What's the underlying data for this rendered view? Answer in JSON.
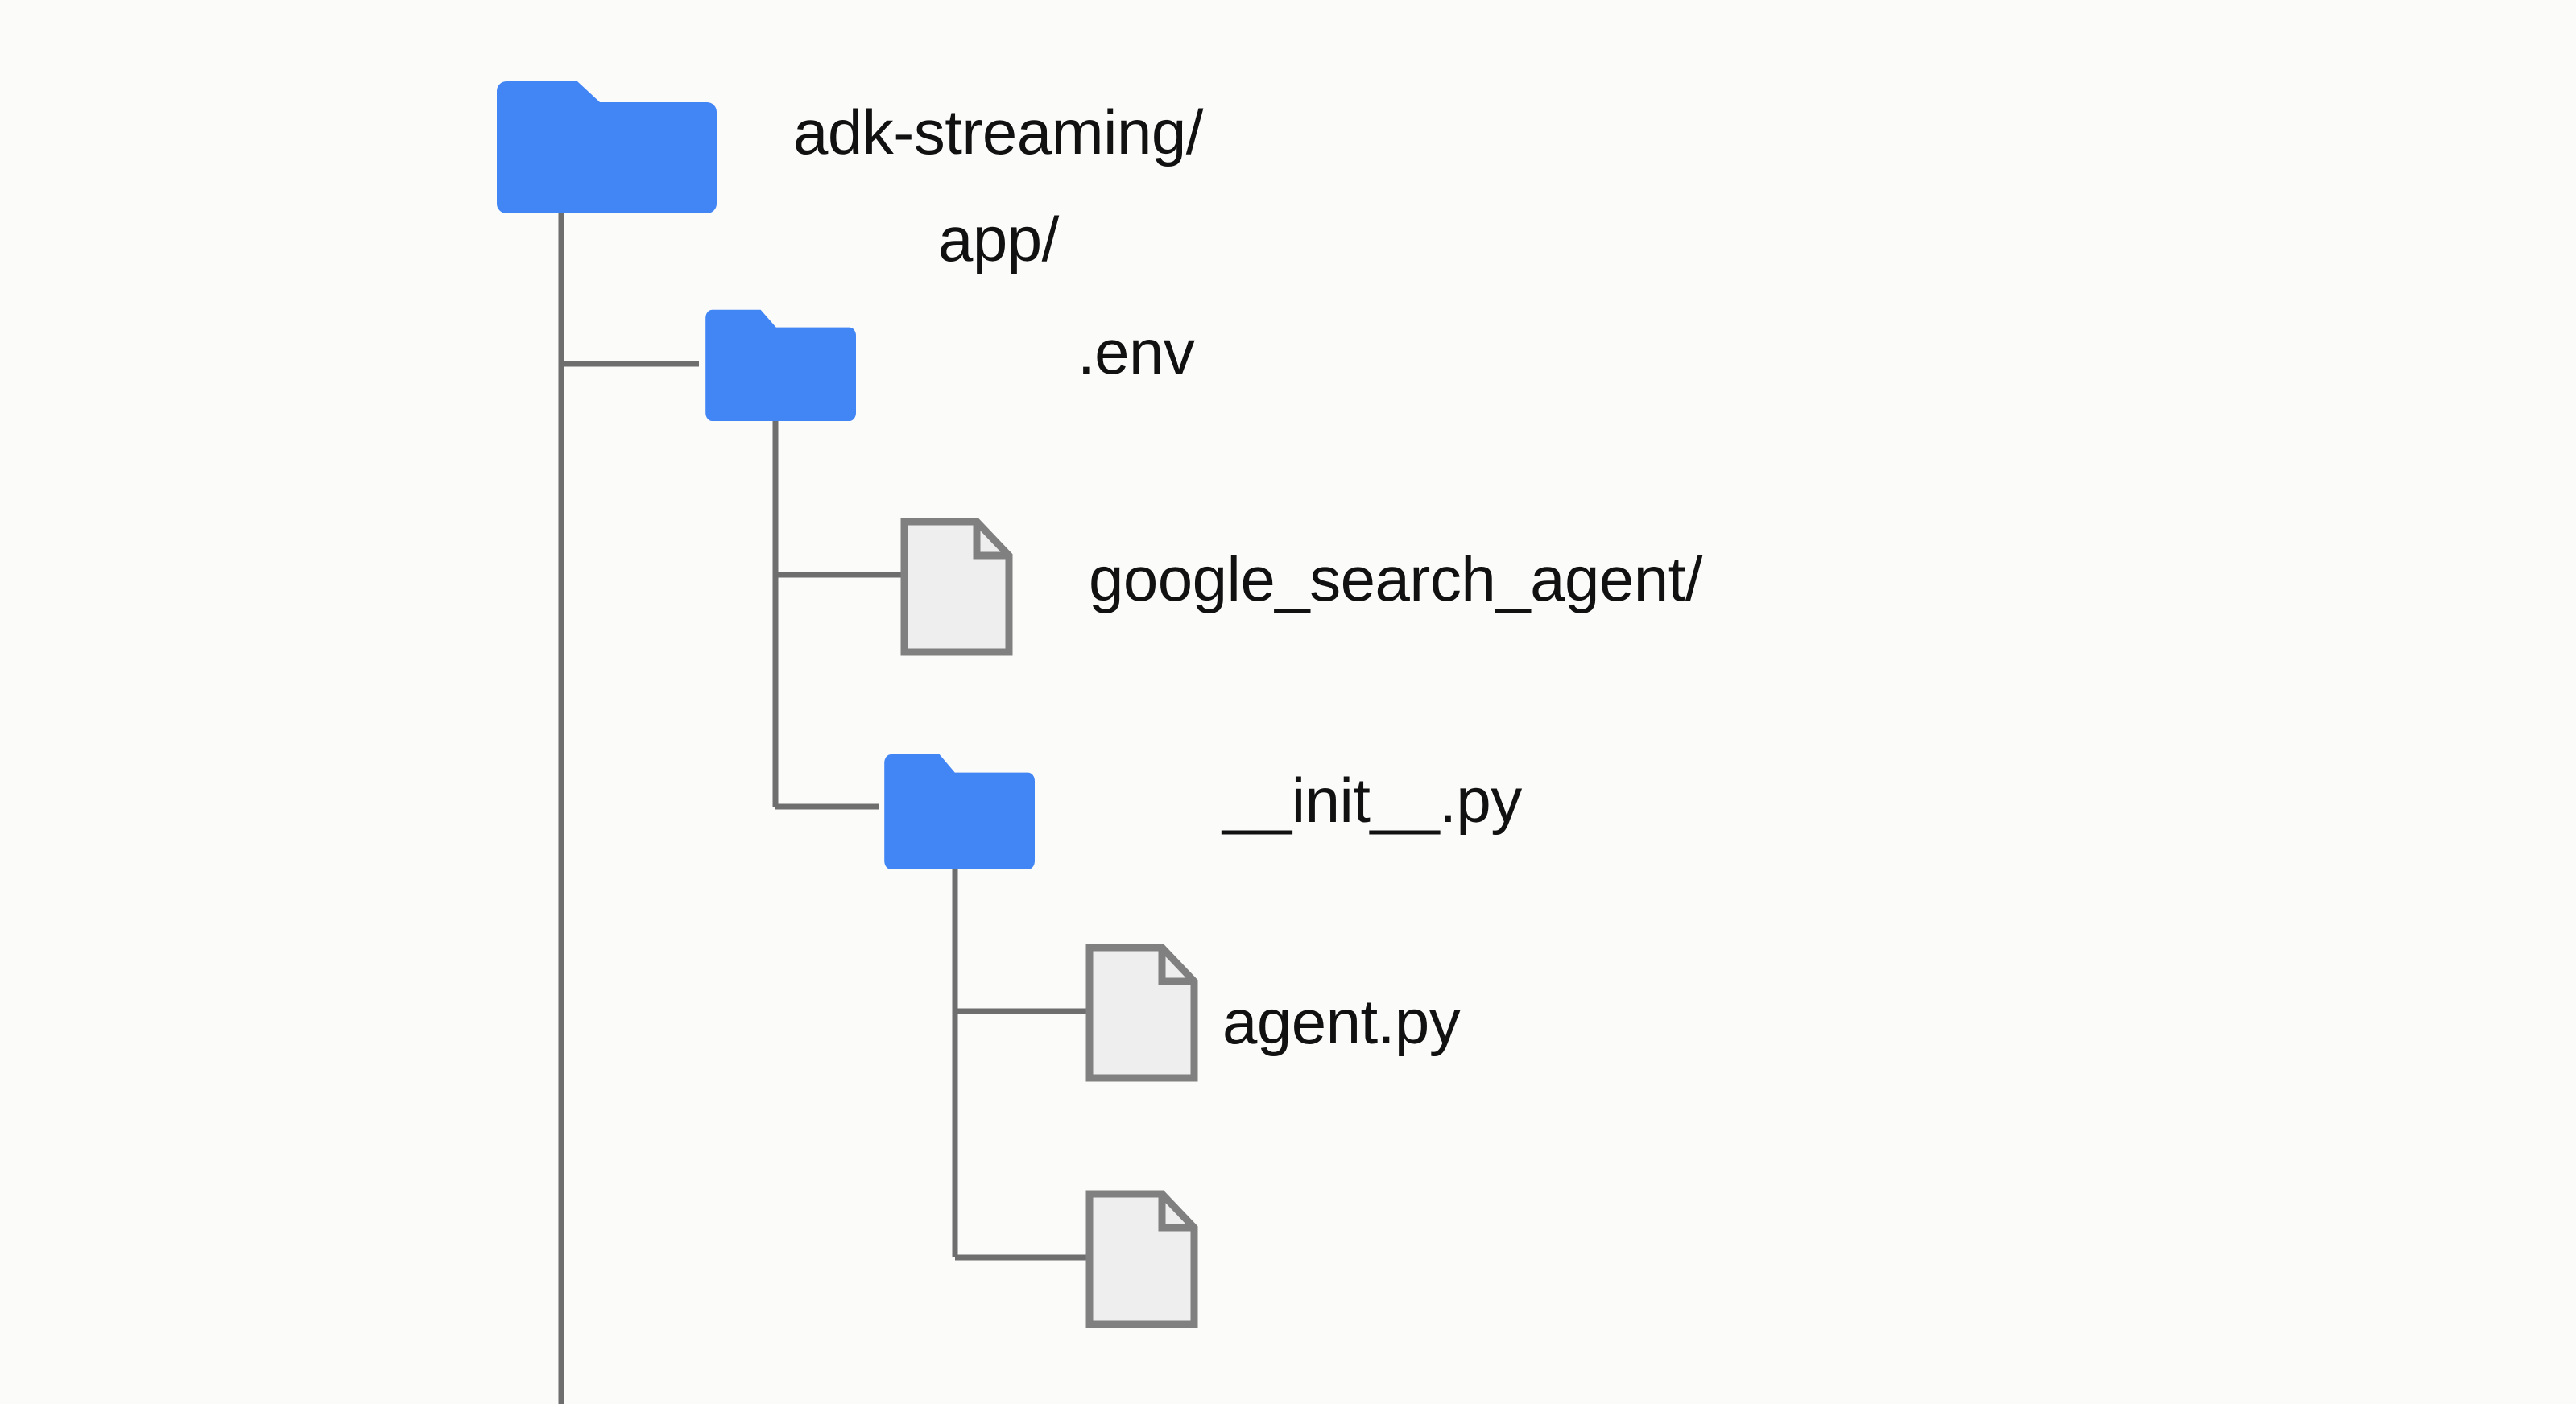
{
  "diagram": {
    "title": "adk-streaming project directory tree",
    "background_color": "#fbfbfa",
    "folder_color": "#4285f4",
    "file_fill_color": "#eeeeee",
    "file_stroke_color": "#808080",
    "connector_color": "#6e6e6e",
    "text_color": "#111111"
  },
  "tree": {
    "root": {
      "name": "adk-streaming/",
      "icon": "folder-icon",
      "children": [
        {
          "name": "app/",
          "icon": "folder-icon",
          "children": [
            {
              "name": ".env",
              "icon": "file-icon",
              "children": []
            },
            {
              "name": "google_search_agent/",
              "icon": "folder-icon",
              "children": [
                {
                  "name": "__init__.py",
                  "icon": "file-icon",
                  "children": []
                },
                {
                  "name": "agent.py",
                  "icon": "file-icon",
                  "children": []
                }
              ]
            }
          ]
        }
      ]
    }
  },
  "nodes": {
    "root": {
      "label": "adk-streaming/"
    },
    "app": {
      "label": "app/"
    },
    "env": {
      "label": ".env"
    },
    "gsa": {
      "label": "google_search_agent/"
    },
    "init": {
      "label": "__init__.py"
    },
    "agent": {
      "label": "agent.py"
    }
  }
}
